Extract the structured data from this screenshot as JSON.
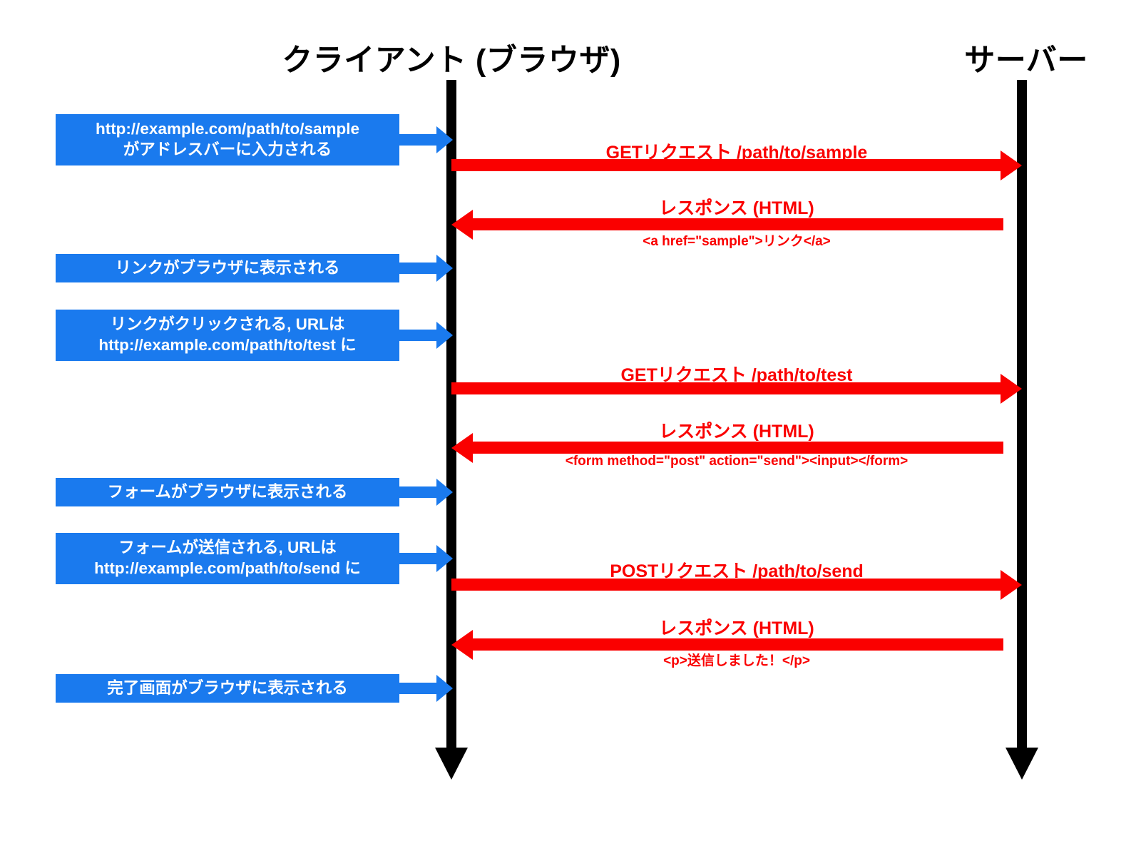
{
  "diagram": {
    "title_client": "クライアント (ブラウザ)",
    "title_server": "サーバー",
    "colors": {
      "lifeline": "#000000",
      "client_event": "#1a7aee",
      "message": "#fa0000",
      "background": "#ffffff"
    }
  },
  "client_events": [
    {
      "id": "url-entered",
      "lines": [
        "http://example.com/path/to/sample",
        "がアドレスバーに入力される"
      ]
    },
    {
      "id": "link-displayed",
      "lines": [
        "リンクがブラウザに表示される"
      ]
    },
    {
      "id": "link-clicked",
      "lines": [
        "リンクがクリックされる, URLは",
        "http://example.com/path/to/test に"
      ]
    },
    {
      "id": "form-displayed",
      "lines": [
        "フォームがブラウザに表示される"
      ]
    },
    {
      "id": "form-submitted",
      "lines": [
        "フォームが送信される, URLは",
        "http://example.com/path/to/send に"
      ]
    },
    {
      "id": "complete-displayed",
      "lines": [
        "完了画面がブラウザに表示される"
      ]
    }
  ],
  "messages": [
    {
      "id": "get-sample",
      "direction": "client-to-server",
      "label": "GETリクエスト /path/to/sample",
      "sublabel": ""
    },
    {
      "id": "response-link",
      "direction": "server-to-client",
      "label": "レスポンス (HTML)",
      "sublabel": "<a href=\"sample\">リンク</a>"
    },
    {
      "id": "get-test",
      "direction": "client-to-server",
      "label": "GETリクエスト /path/to/test",
      "sublabel": ""
    },
    {
      "id": "response-form",
      "direction": "server-to-client",
      "label": "レスポンス (HTML)",
      "sublabel": "<form method=\"post\" action=\"send\"><input></form>"
    },
    {
      "id": "post-send",
      "direction": "client-to-server",
      "label": "POSTリクエスト /path/to/send",
      "sublabel": ""
    },
    {
      "id": "response-complete",
      "direction": "server-to-client",
      "label": "レスポンス (HTML)",
      "sublabel": "<p>送信しました！</p>"
    }
  ]
}
